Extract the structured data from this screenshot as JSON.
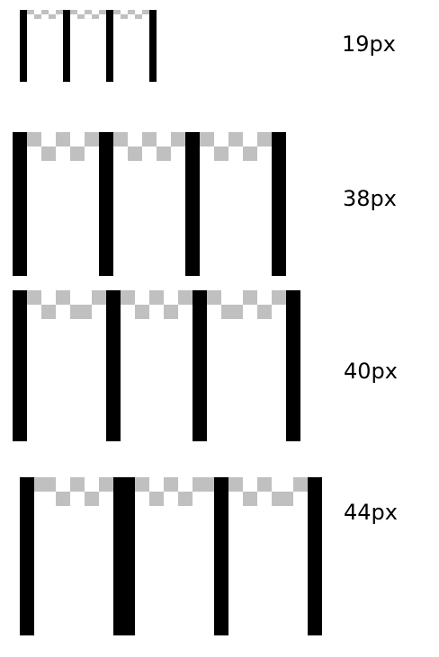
{
  "colors": {
    "bar": "#000000",
    "checker": "#c0c0c0",
    "background": "#ffffff"
  },
  "samples": [
    {
      "label": "19px"
    },
    {
      "label": "38px"
    },
    {
      "label": "40px"
    },
    {
      "label": "44px"
    }
  ]
}
